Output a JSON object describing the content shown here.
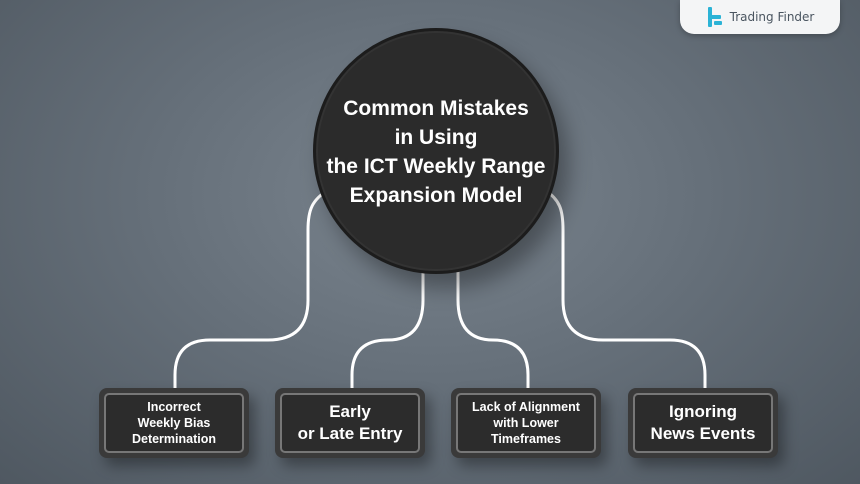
{
  "brand": {
    "name": "Trading Finder",
    "icon": "trading-finder-logo-icon",
    "accent": "#2bb3d6"
  },
  "hub": {
    "title": "Common Mistakes\nin Using\nthe ICT Weekly Range\nExpansion Model"
  },
  "items": [
    {
      "label": "Incorrect\nWeekly Bias\nDetermination"
    },
    {
      "label": "Early\nor Late Entry"
    },
    {
      "label": "Lack of Alignment\nwith Lower\nTimeframes"
    },
    {
      "label": "Ignoring\nNews Events"
    }
  ],
  "colors": {
    "node_fill": "#2c2c2c",
    "node_border": "#777777",
    "connector": "#ffffff"
  }
}
